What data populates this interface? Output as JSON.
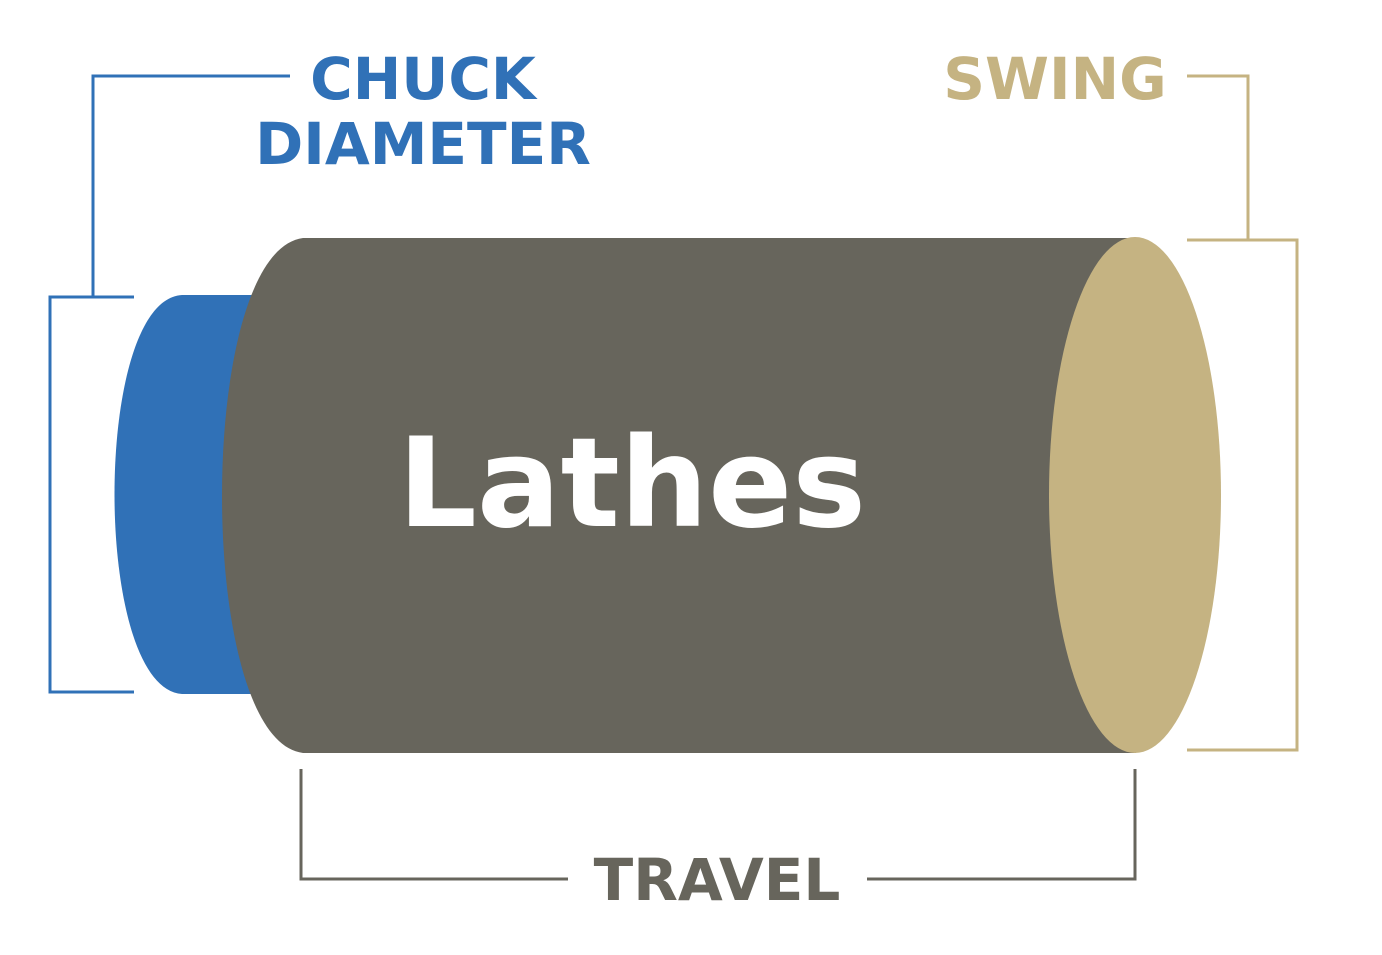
{
  "diagram": {
    "center_label": "Lathes",
    "chuck_label_line1": "CHUCK",
    "chuck_label_line2": "DIAMETER",
    "swing_label": "SWING",
    "travel_label": "TRAVEL"
  },
  "colors": {
    "chuck": "#3071b7",
    "body": "#67655c",
    "swing": "#c5b382",
    "travel": "#67655c",
    "center_text": "#ffffff",
    "background": "#ffffff"
  }
}
